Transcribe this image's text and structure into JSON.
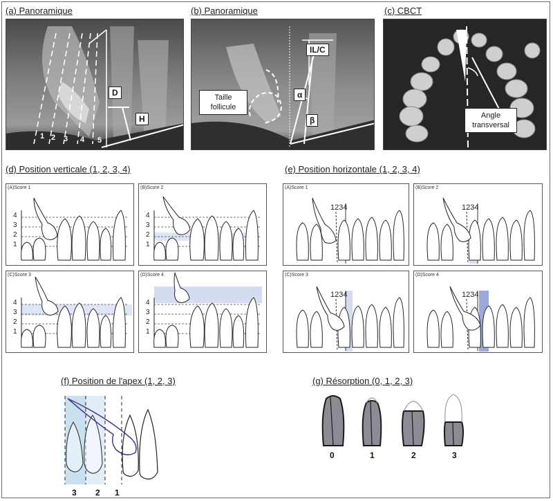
{
  "panels": {
    "a": {
      "title": "(a) Panoramique",
      "label_d": "D",
      "label_h": "H",
      "sectors": [
        "1",
        "2",
        "3",
        "4",
        "5"
      ]
    },
    "b": {
      "title": "(b) Panoramique",
      "label_ilc": "IL/C",
      "label_alpha": "α",
      "label_beta": "β",
      "follicle_callout": "Taille follicule"
    },
    "c": {
      "title": "(c) CBCT",
      "angle_callout": "Angle transversal"
    },
    "d": {
      "title": "(d) Position verticale (1, 2, 3, 4)",
      "scores": [
        "(A)Score 1",
        "(B)Score 2",
        "(C)Score 3",
        "(D)Score 4"
      ],
      "levels": [
        "4",
        "3",
        "2",
        "1"
      ]
    },
    "e": {
      "title": "(e) Position horizontale (1, 2, 3, 4)",
      "scores": [
        "(A)Score 1",
        "(B)Score 2",
        "(C)Score 3",
        "(D)Score 4"
      ],
      "zone_label": "1234"
    },
    "f": {
      "title": "(f) Position de l'apex (1, 2, 3)",
      "zones": [
        "3",
        "2",
        "1"
      ]
    },
    "g": {
      "title": "(g) Résorption (0, 1, 2, 3)",
      "grades": [
        "0",
        "1",
        "2",
        "3"
      ]
    }
  },
  "colors": {
    "highlight": "#c8d3ec",
    "highlight_strong": "#8f9fd8",
    "apex_zone": "#bcd8ee",
    "resorption_fill": "#8c8a93"
  }
}
